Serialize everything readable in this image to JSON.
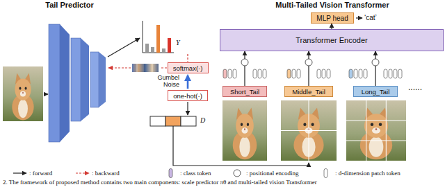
{
  "diagram": {
    "caption": "2. The framework of proposed method contains two main components: scale predictor πθ and multi-tailed vision Transformer",
    "nodes": [
      {
        "text": [
          "softmax(·)"
        ]
      },
      {
        "text": [
          "one-hot(·)"
        ]
      },
      {
        "text": [
          "MLP head"
        ]
      },
      {
        "text": [
          "Transformer Encoder"
        ]
      },
      {
        "text": [
          "Short_Tail"
        ]
      },
      {
        "text": [
          "Middle_Tail"
        ]
      },
      {
        "text": [
          "Long_Tail"
        ]
      }
    ],
    "edges": [
      {
        "from": 4,
        "to": 3,
        "arrow": "to"
      },
      {
        "from": 5,
        "to": 3,
        "arrow": "to"
      },
      {
        "from": 6,
        "to": 3,
        "arrow": "to"
      },
      {
        "from": 3,
        "to": 2,
        "arrow": "to"
      }
    ],
    "labels": [
      "Tail Predictor",
      "Multi-Tailed Vision Transformer",
      "Y",
      "Gumbel Noise",
      "D",
      "‘cat’",
      "......"
    ],
    "legend": [
      {
        "text": ": forward"
      },
      {
        "text": ": backward"
      },
      {
        "text": ": class token"
      },
      {
        "text": ": positional encoding"
      },
      {
        "text": ": d-dimension patch token"
      }
    ]
  }
}
